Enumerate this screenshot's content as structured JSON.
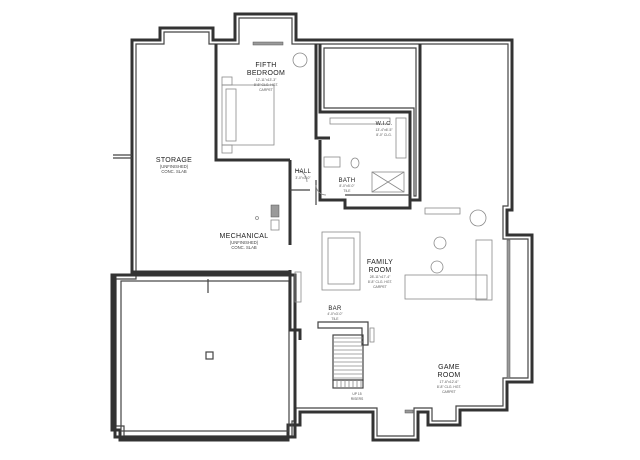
{
  "rooms": {
    "fifth_bedroom": {
      "name1": "FIFTH",
      "name2": "BEDROOM",
      "dims": "12'-11\"x13'-3\"",
      "ceiling": "8'-8\" CLG. HGT.",
      "floor": "CARPET"
    },
    "wic": {
      "name": "W.I.C.",
      "dims": "13'-4\"x6'-5\"",
      "ceiling": "8'-0\" CLG."
    },
    "storage": {
      "name": "STORAGE",
      "status": "(UNFINISHED)",
      "floor": "CONC. SLAB"
    },
    "hall": {
      "name": "HALL",
      "dims": "3'-0\"x3'-0\""
    },
    "bath": {
      "name": "BATH",
      "dims": "8'-0\"x5'-0\"",
      "floor": "TILE"
    },
    "mechanical": {
      "name": "MECHANICAL",
      "status": "(UNFINISHED)",
      "floor": "CONC. SLAB"
    },
    "family_room": {
      "name1": "FAMILY",
      "name2": "ROOM",
      "dims": "28'-11\"x17'-4\"",
      "ceiling": "8'-8\" CLG. HGT.",
      "floor": "CARPET"
    },
    "bar": {
      "name": "BAR",
      "dims": "4'-0\"x3'-0\"",
      "floor": "TILE"
    },
    "game_room": {
      "name1": "GAME",
      "name2": "ROOM",
      "dims": "17'-6\"x12'-6\"",
      "ceiling": "8'-8\" CLG. HGT.",
      "floor": "CARPET"
    }
  },
  "stairs": {
    "label1": "UP 15",
    "label2": "RISERS"
  }
}
